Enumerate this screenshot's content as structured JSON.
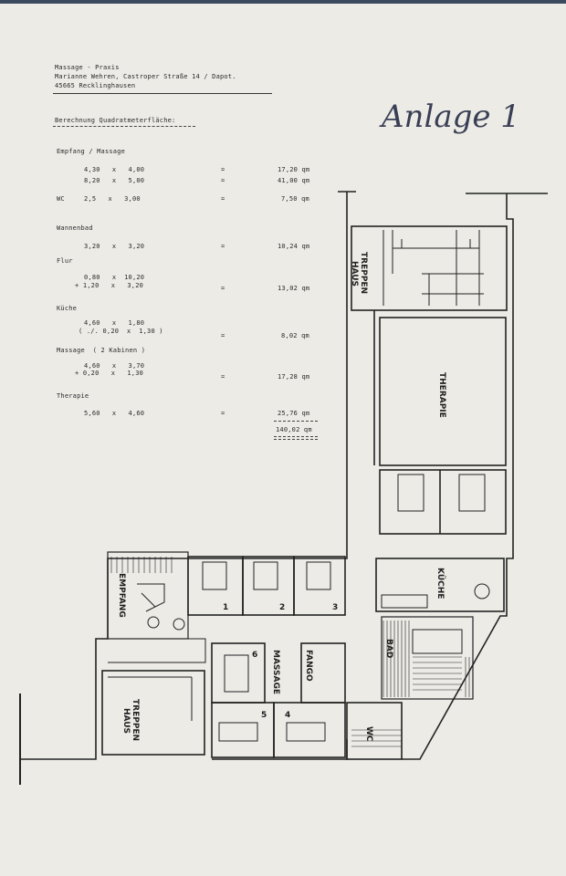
{
  "header": {
    "line1": "Massage - Praxis",
    "line2": "Marianne Wehren, Castroper Straße 14 / Dapot.",
    "line3": "45665 Recklinghausen"
  },
  "heading": "Berechnung Quadratmeterfläche:",
  "handwritten": "Anlage 1",
  "calc": {
    "s1_title": "Empfang / Massage",
    "s1_r1": "4,30   x   4,00",
    "s1_r1v": "17,20 qm",
    "s1_r2": "8,20   x   5,00",
    "s1_r2v": "41,00 qm",
    "wc_label": "WC",
    "wc_r": "2,5   x   3,00",
    "wc_v": "7,50 qm",
    "s2_title": "Wannenbad",
    "s2_r1": "3,20   x   3,20",
    "s2_v": "10,24 qm",
    "s3_title": "Flur",
    "s3_r1": "0,80   x  10,20",
    "s3_r2": "+ 1,20   x   3,20",
    "s3_v": "13,02 qm",
    "s4_title": "Küche",
    "s4_r1": "4,60   x   1,80",
    "s4_r2": "( ./. 0,20  x  1,30 )",
    "s4_v": "8,02 qm",
    "s5_title": "Massage  ( 2 Kabinen )",
    "s5_r1": "4,60   x   3,70",
    "s5_r2": "+ 0,20   x   1,30",
    "s5_v": "17,28 qm",
    "s6_title": "Therapie",
    "s6_r1": "5,60   x   4,60",
    "s6_v": "25,76 qm",
    "eq": "=",
    "total": "140,02 qm"
  },
  "plan": {
    "treppenhaus_top_1": "TREPPEN",
    "treppenhaus_top_2": "HAUS",
    "therapie": "THERAPIE",
    "kueche": "KÜCHE",
    "empfang": "EMPFANG",
    "treppenhaus_bot_1": "TREPPEN",
    "treppenhaus_bot_2": "HAUS",
    "massage": "MASSAGE",
    "fango": "FANGO",
    "bad": "BAD",
    "wc": "WC",
    "cab1": "1",
    "cab2": "2",
    "cab3": "3",
    "cab4": "4",
    "cab5": "5",
    "cab6": "6"
  }
}
